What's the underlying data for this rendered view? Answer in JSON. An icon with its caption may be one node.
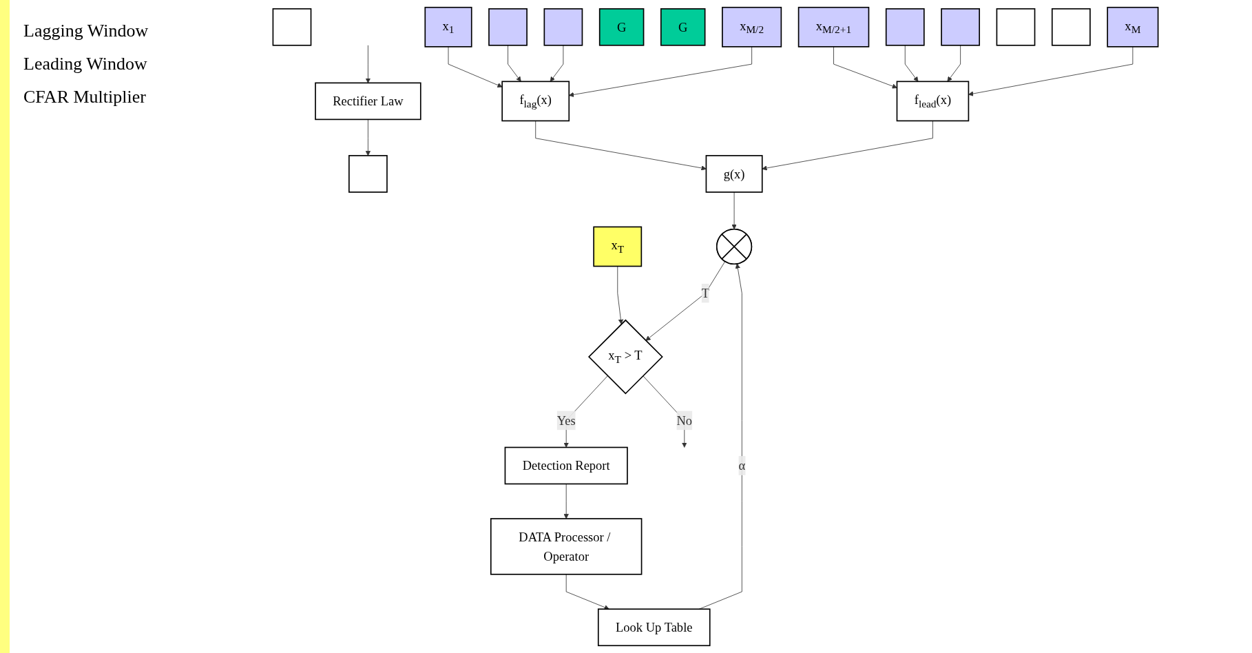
{
  "diagram": {
    "nodes": [
      {
        "text": [
          "Rectifier Law"
        ]
      },
      {
        "text": [],
        "shape": "box"
      },
      {
        "text": [],
        "shape": "box"
      },
      {
        "text": [
          "x$_{1}$"
        ]
      },
      {
        "text": [],
        "shape": "box"
      },
      {
        "text": [],
        "shape": "box"
      },
      {
        "text": [
          "x$_{M/2}$"
        ]
      },
      {
        "text": [
          "G"
        ]
      },
      {
        "text": [
          "x$_{T}$"
        ]
      },
      {
        "text": [
          "G"
        ]
      },
      {
        "text": [
          "x$_{M/2+1}$"
        ]
      },
      {
        "text": [],
        "shape": "box"
      },
      {
        "text": [],
        "shape": "box"
      },
      {
        "text": [
          "x$_{M}$"
        ]
      },
      {
        "text": [],
        "shape": "box"
      },
      {
        "text": [],
        "shape": "box"
      },
      {
        "text": [
          "f$_{lag}$(x)"
        ]
      },
      {
        "text": [
          "f$_{lead}$(x)"
        ]
      },
      {
        "text": [
          "g(x)"
        ]
      },
      {
        "text": [],
        "shape": "circle"
      },
      {
        "text": [
          "x$_{T}$ > T"
        ]
      },
      {
        "text": [
          "Look Up Table"
        ]
      },
      {
        "text": [
          "Detection Report"
        ]
      },
      {
        "text": [
          "DATA Processor / Operator"
        ]
      }
    ],
    "edges": [
      {
        "from": null,
        "to": 0,
        "arrow": "to"
      },
      {
        "from": 0,
        "to": 1,
        "arrow": "to"
      },
      {
        "from": 3,
        "to": 16,
        "arrow": "to"
      },
      {
        "from": 4,
        "to": 16,
        "arrow": "to"
      },
      {
        "from": 5,
        "to": 16,
        "arrow": "to"
      },
      {
        "from": 6,
        "to": 16,
        "arrow": "to"
      },
      {
        "from": 10,
        "to": 17,
        "arrow": "to"
      },
      {
        "from": 11,
        "to": 17,
        "arrow": "to"
      },
      {
        "from": 12,
        "to": 17,
        "arrow": "to"
      },
      {
        "from": 13,
        "to": 17,
        "arrow": "to"
      },
      {
        "from": 8,
        "to": 20,
        "arrow": "to"
      },
      {
        "from": 16,
        "to": 18,
        "arrow": "to"
      },
      {
        "from": 17,
        "to": 18,
        "arrow": "to"
      },
      {
        "from": 18,
        "to": 19,
        "arrow": "to"
      },
      {
        "from": 21,
        "to": 19,
        "label": "α",
        "arrow": "to"
      },
      {
        "from": 19,
        "to": 20,
        "label": "T",
        "arrow": "to"
      },
      {
        "from": 20,
        "to": null,
        "label": "No",
        "arrow": "to"
      },
      {
        "from": 20,
        "to": 22,
        "label": "Yes",
        "arrow": "to"
      },
      {
        "from": 22,
        "to": 23,
        "arrow": "to"
      },
      {
        "from": 23,
        "to": 21,
        "arrow": "to"
      }
    ],
    "labels": [
      "Lagging Window",
      "Leading Window",
      "CFAR Multiplier"
    ]
  }
}
